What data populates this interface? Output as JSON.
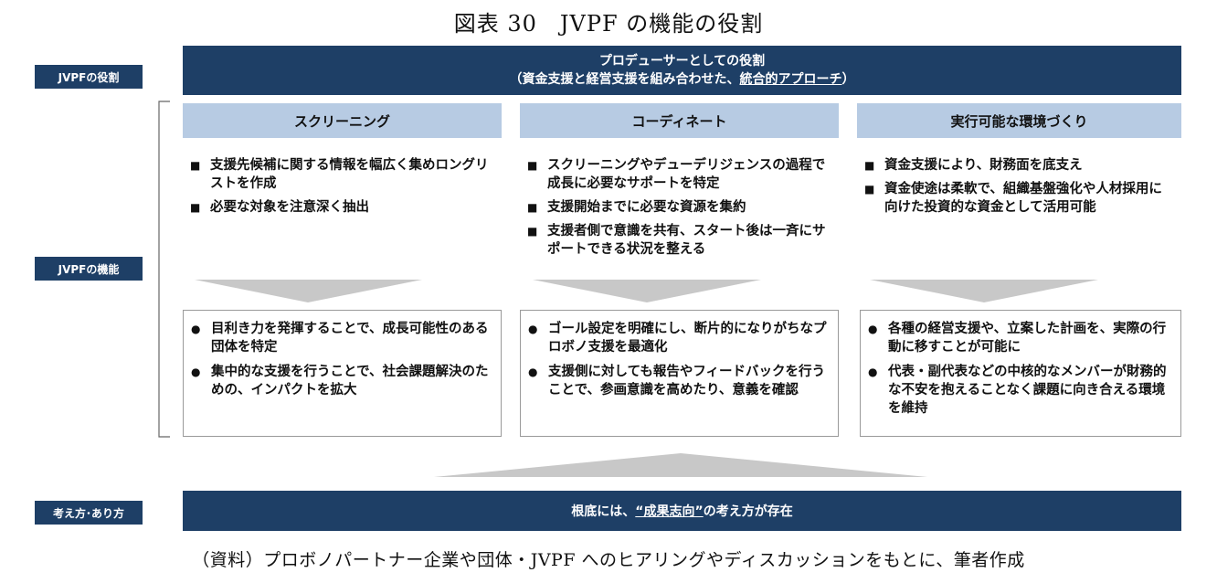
{
  "title": "図表 30　JVPF の機能の役割",
  "side_labels": {
    "role": "JVPFの役割",
    "function": "JVPFの機能",
    "mindset": "考え方･あり方"
  },
  "role": {
    "line1": "プロデューサーとしての役割",
    "line2_prefix": "（資金支援と経営支援を組み合わせた、",
    "line2_underlined": "統合的アプローチ",
    "line2_suffix": "）"
  },
  "columns": [
    {
      "header": "スクリーニング",
      "items": [
        "支援先候補に関する情報を幅広く集めロングリストを作成",
        "必要な対象を注意深く抽出"
      ],
      "outcomes": [
        "目利き力を発揮することで、成長可能性のある団体を特定",
        "集中的な支援を行うことで、社会課題解決のための、インパクトを拡大"
      ]
    },
    {
      "header": "コーディネート",
      "items": [
        "スクリーニングやデューデリジェンスの過程で成長に必要なサポートを特定",
        "支援開始までに必要な資源を集約",
        "支援者側で意識を共有、スタート後は一斉にサポートできる状況を整える"
      ],
      "outcomes": [
        "ゴール設定を明確にし、断片的になりがちなプロボノ支援を最適化",
        "支援側に対しても報告やフィードバックを行うことで、参画意識を高めたり、意義を確認"
      ]
    },
    {
      "header": "実行可能な環境づくり",
      "items": [
        "資金支援により、財務面を底支え",
        "資金使途は柔軟で、組織基盤強化や人材採用に向けた投資的な資金として活用可能"
      ],
      "outcomes": [
        "各種の経営支援や、立案した計画を、実際の行動に移すことが可能に",
        "代表・副代表などの中核的なメンバーが財務的な不安を抱えることなく課題に向き合える環境を維持"
      ]
    }
  ],
  "markers": {
    "square": "■",
    "circle": "●"
  },
  "bottom": {
    "prefix": "根底には、",
    "underlined": "“成果志向”",
    "suffix": "の考え方が存在"
  },
  "source": "（資料）プロボノパートナー企業や団体・JVPF へのヒアリングやディスカッションをもとに、筆者作成",
  "colors": {
    "navy": "#1e3f66",
    "header_blue": "#b7cbe3",
    "arrow_gray": "#c8c8c8"
  }
}
